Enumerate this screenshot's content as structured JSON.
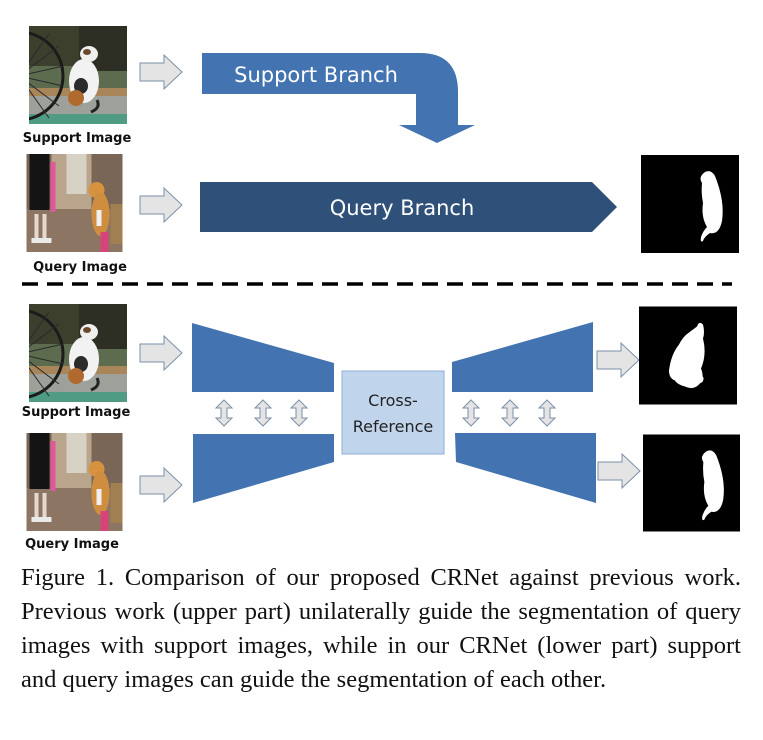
{
  "figure": {
    "upper": {
      "support_image_label": "Support Image",
      "query_image_label": "Query Image",
      "support_branch_label": "Support Branch",
      "query_branch_label": "Query Branch"
    },
    "lower": {
      "support_image_label": "Support Image",
      "query_image_label": "Query Image",
      "cross_reference_label_line1": "Cross-",
      "cross_reference_label_line2": "Reference"
    },
    "colors": {
      "support_branch": "#4373b0",
      "query_branch": "#2e5079",
      "encoder_decoder": "#4373b0",
      "cross_reference_fill": "#c0d5ec",
      "cross_reference_border": "#90aed6",
      "arrow_fill": "#e4e4e4",
      "arrow_stroke": "#7a8fa8",
      "mask_bg": "#000000",
      "mask_fg": "#ffffff",
      "divider": "#000000"
    }
  },
  "caption": {
    "text": "Figure 1. Comparison of our proposed CRNet against previous work. Previous work (upper part) unilaterally guide the segmentation of query images with support images, while in our CRNet (lower part) support and query images can guide the segmentation of each other."
  }
}
